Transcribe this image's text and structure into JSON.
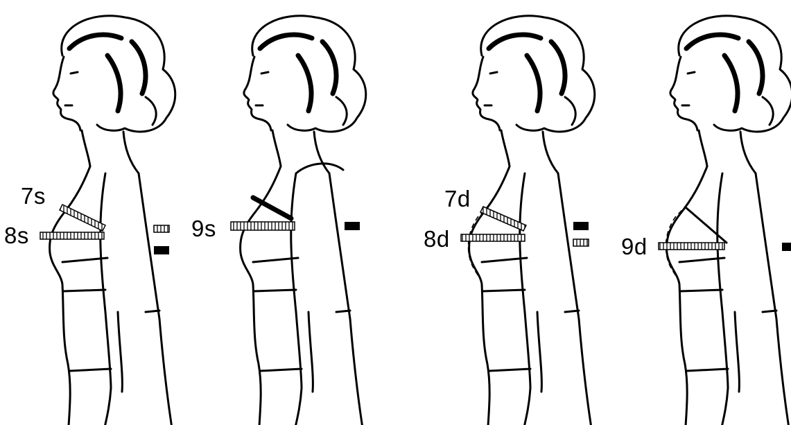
{
  "labels": {
    "l7s": "7s",
    "l8s": "8s",
    "l9s": "9s",
    "l7d": "7d",
    "l8d": "8d",
    "l9d": "9d"
  },
  "colors": {
    "ink": "#000000",
    "background": "#ffffff"
  }
}
